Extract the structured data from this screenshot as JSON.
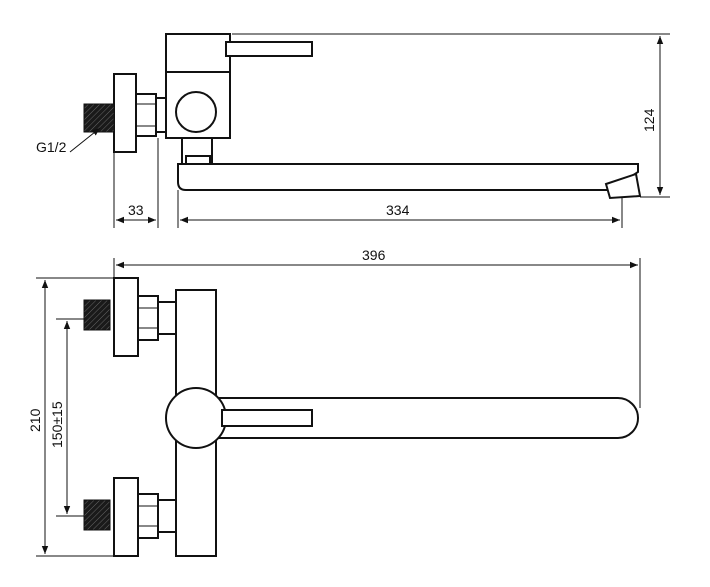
{
  "dimensions": {
    "width_334": "334",
    "offset_33": "33",
    "height_124": "124",
    "overall_396": "396",
    "height_210": "210",
    "spacing_150": "150±15"
  },
  "thread_label": "G1/2",
  "colors": {
    "line": "#111111",
    "thread": "#1a1a1a",
    "background": "#ffffff"
  }
}
